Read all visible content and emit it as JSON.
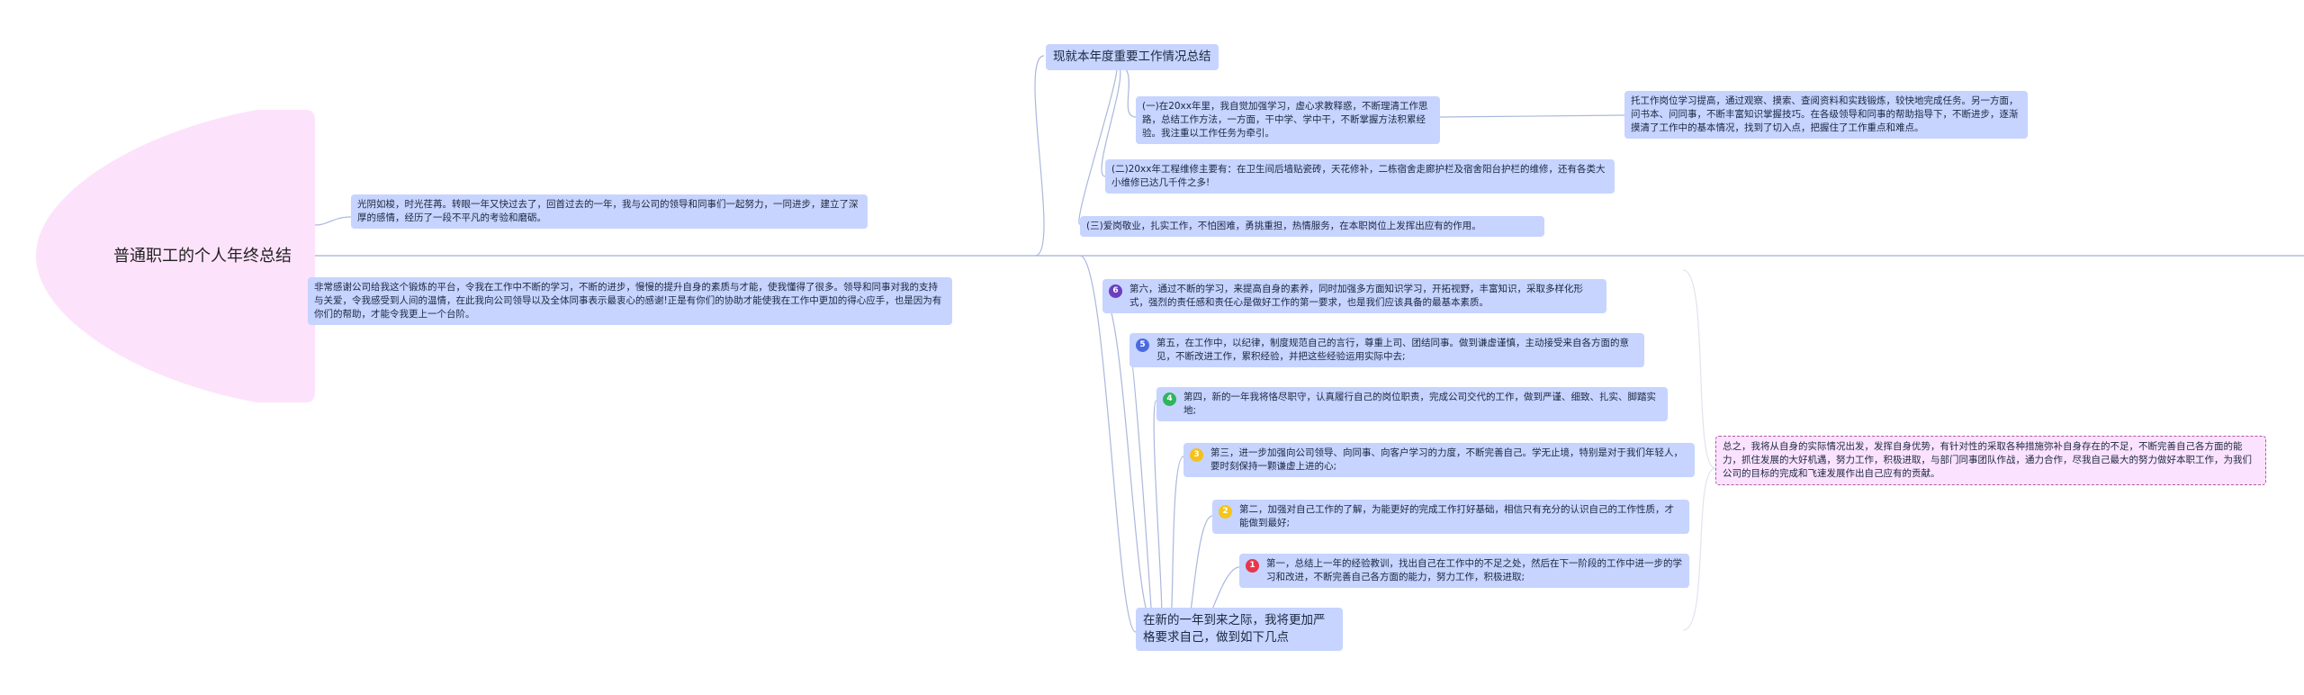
{
  "mindmap": {
    "root": "普通职工的个人年终总结",
    "left_nodes": [
      "光阴如梭，时光荏苒。转眼一年又快过去了，回首过去的一年，我与公司的领导和同事们一起努力，一同进步，建立了深厚的感情，经历了一段不平凡的考验和磨砺。",
      "非常感谢公司给我这个锻炼的平台，令我在工作中不断的学习，不断的进步，慢慢的提升自身的素质与才能，使我懂得了很多。领导和同事对我的支持与关爱，令我感受到人间的温情，在此我向公司领导以及全体同事表示最衷心的感谢!正是有你们的协助才能使我在工作中更加的得心应手，也是因为有你们的帮助，才能令我更上一个台阶。"
    ],
    "section_one": {
      "title": "现就本年度重要工作情况总结",
      "items": [
        "(一)在20xx年里，我自觉加强学习，虚心求教释惑，不断理清工作思路，总结工作方法，一方面，干中学、学中干，不断掌握方法积累经验。我注重以工作任务为牵引。",
        "(二)20xx年工程维修主要有：在卫生间后墙贴瓷砖，天花修补，二栋宿舍走廊护栏及宿舍阳台护栏的维修，还有各类大小维修已达几千件之多!",
        "(三)爱岗敬业，扎实工作，不怕困难，勇挑重担，热情服务，在本职岗位上发挥出应有的作用。"
      ],
      "detail": "托工作岗位学习提高，通过观察、摸索、查阅资料和实践锻炼，较快地完成任务。另一方面，问书本、问同事，不断丰富知识掌握技巧。在各级领导和同事的帮助指导下，不断进步，逐渐摸清了工作中的基本情况，找到了切入点，把握住了工作重点和难点。"
    },
    "section_two": {
      "title": "在新的一年到来之际，我将更加严格要求自己，做到如下几点",
      "items": [
        {
          "badge": "6",
          "color": "#6a3fbf",
          "text": "第六，通过不断的学习，来提高自身的素养，同时加强多方面知识学习，开拓视野，丰富知识，采取多样化形式，强烈的责任感和责任心是做好工作的第一要求，也是我们应该具备的最基本素质。"
        },
        {
          "badge": "5",
          "color": "#4a6be0",
          "text": "第五，在工作中，以纪律，制度规范自己的言行，尊重上司、团结同事。做到谦虚谨慎，主动接受来自各方面的意见，不断改进工作，累积经验，并把这些经验运用实际中去;"
        },
        {
          "badge": "4",
          "color": "#2fb55a",
          "text": "第四，新的一年我将恪尽职守，认真履行自己的岗位职责，完成公司交代的工作，做到严谨、细致、扎实、脚踏实地;"
        },
        {
          "badge": "3",
          "color": "#f3c21f",
          "text": "第三，进一步加强向公司领导、向同事、向客户学习的力度，不断完善自己。学无止境，特别是对于我们年轻人，要时刻保持一颗谦虚上进的心;"
        },
        {
          "badge": "2",
          "color": "#f5c518",
          "text": "第二，加强对自己工作的了解，为能更好的完成工作打好基础，相信只有充分的认识自己的工作性质，才能做到最好;"
        },
        {
          "badge": "1",
          "color": "#e8364b",
          "text": "第一，总结上一年的经验教训，找出自己在工作中的不足之处，然后在下一阶段的工作中进一步的学习和改进，不断完善自己各方面的能力，努力工作，积极进取;"
        }
      ],
      "summary": "总之，我将从自身的实际情况出发，发挥自身优势，有针对性的采取各种措施弥补自身存在的不足，不断完善自己各方面的能力，抓住发展的大好机遇，努力工作，积极进取，与部门同事团队作战，通力合作，尽我自己最大的努力做好本职工作，为我们公司的目标的完成和飞速发展作出自己应有的贡献。"
    },
    "colors": {
      "node_bg": "#c6d4ff",
      "root_bg": "#fde2fb",
      "summary_bg": "#fbe3ff",
      "summary_border": "#b0589c",
      "line": "#a9b8dc"
    }
  }
}
